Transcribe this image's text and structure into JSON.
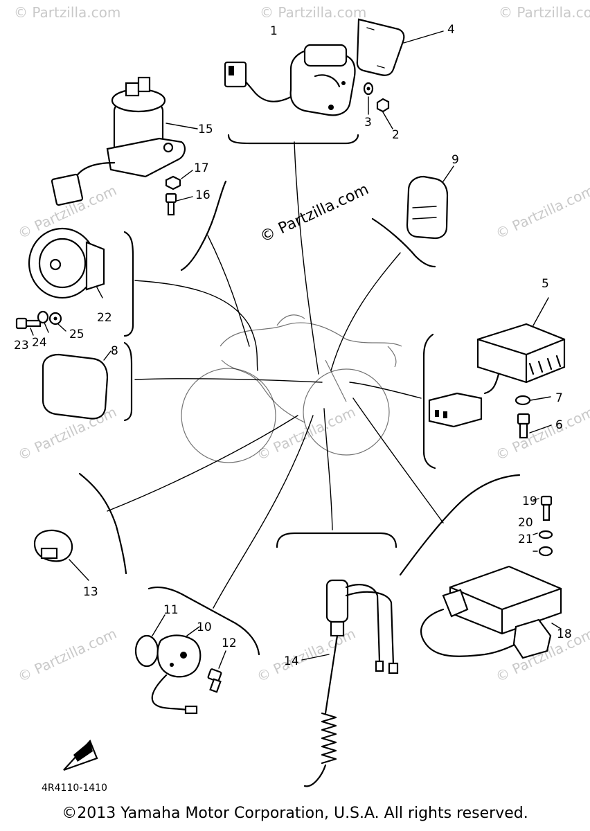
{
  "watermark": {
    "text": "© Partzilla.com",
    "center_text": "© Partzilla.com"
  },
  "callouts": [
    "1",
    "2",
    "3",
    "4",
    "5",
    "6",
    "7",
    "8",
    "9",
    "10",
    "11",
    "12",
    "13",
    "14",
    "15",
    "16",
    "17",
    "18",
    "19",
    "20",
    "21",
    "22",
    "23",
    "24",
    "25"
  ],
  "diagram_code": "4R4110-1410",
  "copyright": "©2013 Yamaha Motor Corporation, U.S.A. All rights reserved."
}
